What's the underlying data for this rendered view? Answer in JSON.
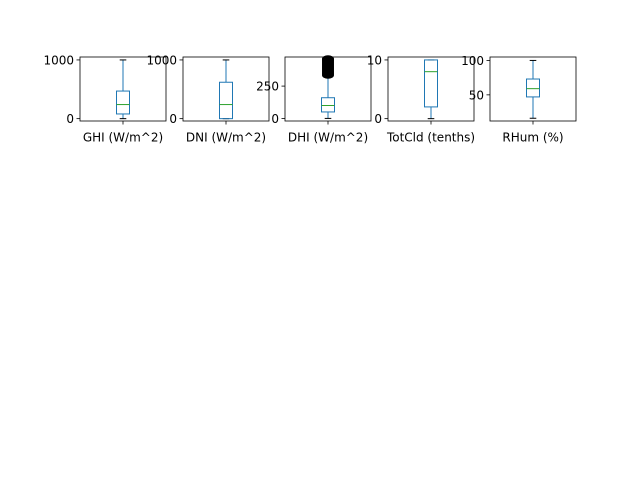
{
  "colors": {
    "box": "#1f77b4",
    "median": "#2ca02c",
    "flier": "#000000",
    "axes": "#000000",
    "background": "#ffffff"
  },
  "chart_data": [
    {
      "type": "box",
      "xlabel": "GHI (W/m^2)",
      "ylim": [
        -40,
        1050
      ],
      "yticks": [
        {
          "value": 0,
          "label": "0"
        },
        {
          "value": 1000,
          "label": "1000"
        }
      ],
      "stats": {
        "whislo": 0,
        "q1": 80,
        "med": 240,
        "q3": 470,
        "whishi": 1000
      },
      "fliers": []
    },
    {
      "type": "box",
      "xlabel": "DNI (W/m^2)",
      "ylim": [
        -40,
        1050
      ],
      "yticks": [
        {
          "value": 0,
          "label": "0"
        },
        {
          "value": 1000,
          "label": "1000"
        }
      ],
      "stats": {
        "whislo": 0,
        "q1": 0,
        "med": 240,
        "q3": 620,
        "whishi": 1000
      },
      "fliers": []
    },
    {
      "type": "box",
      "xlabel": "DHI (W/m^2)",
      "ylim": [
        -20,
        475
      ],
      "yticks": [
        {
          "value": 0,
          "label": "0"
        },
        {
          "value": 250,
          "label": "250"
        }
      ],
      "stats": {
        "whislo": 0,
        "q1": 50,
        "med": 100,
        "q3": 160,
        "whishi": 330
      },
      "fliers": [
        335,
        345,
        355,
        365,
        375,
        385,
        395,
        405,
        415,
        425,
        435,
        445,
        455,
        460
      ]
    },
    {
      "type": "box",
      "xlabel": "TotCld (tenths)",
      "ylim": [
        -0.4,
        10.5
      ],
      "yticks": [
        {
          "value": 0,
          "label": "0"
        },
        {
          "value": 10,
          "label": "10"
        }
      ],
      "stats": {
        "whislo": 0,
        "q1": 2,
        "med": 8,
        "q3": 10,
        "whishi": 10
      },
      "fliers": []
    },
    {
      "type": "box",
      "xlabel": "RHum (%)",
      "ylim": [
        12,
        105
      ],
      "yticks": [
        {
          "value": 50,
          "label": "50"
        },
        {
          "value": 100,
          "label": "100"
        }
      ],
      "stats": {
        "whislo": 16,
        "q1": 47,
        "med": 59,
        "q3": 73,
        "whishi": 100
      },
      "fliers": []
    }
  ]
}
